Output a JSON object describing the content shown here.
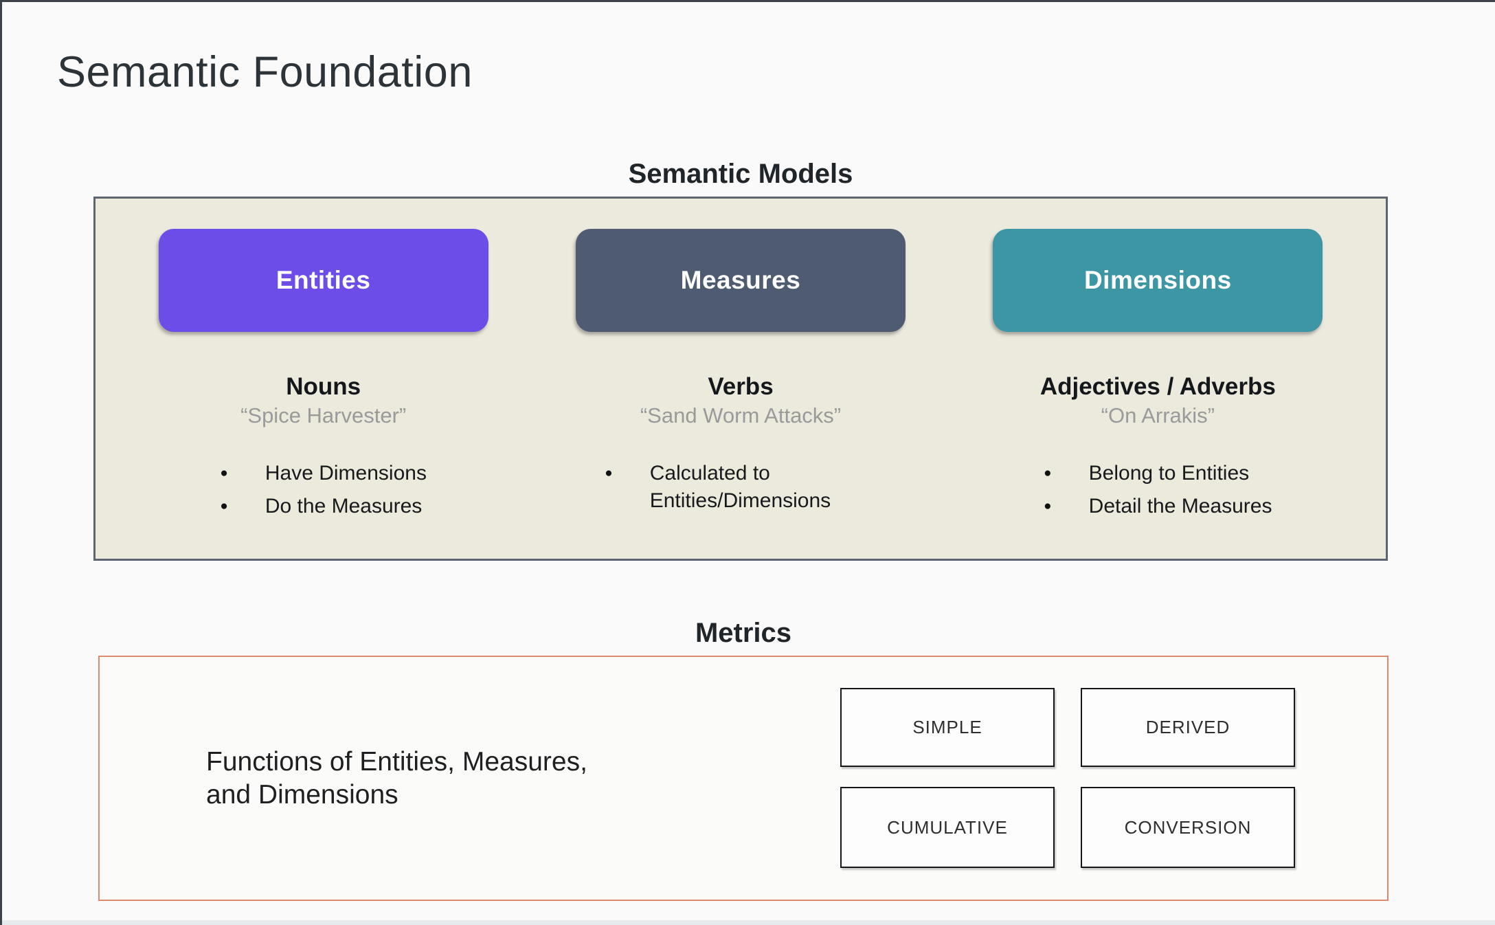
{
  "slide": {
    "title": "Semantic Foundation"
  },
  "semantic_models": {
    "heading": "Semantic Models",
    "panel_background": "#ece9dd",
    "panel_border_color": "#5d6670",
    "columns": [
      {
        "label": "Entities",
        "color": "#6c4de8",
        "part_of_speech": "Nouns",
        "example": "“Spice Harvester”",
        "bullets": [
          "Have Dimensions",
          "Do the Measures"
        ]
      },
      {
        "label": "Measures",
        "color": "#4e5b70",
        "part_of_speech": "Verbs",
        "example": "“Sand Worm Attacks”",
        "bullets": [
          "Calculated to Entities/Dimensions"
        ]
      },
      {
        "label": "Dimensions",
        "color": "#3c96a4",
        "part_of_speech": "Adjectives / Adverbs",
        "example": "“On Arrakis”",
        "bullets": [
          "Belong to Entities",
          "Detail the Measures"
        ]
      }
    ]
  },
  "metrics": {
    "heading": "Metrics",
    "border_color": "#dd8a6c",
    "description_line1": "Functions of Entities, Measures,",
    "description_line2": "and Dimensions",
    "types": [
      "SIMPLE",
      "DERIVED",
      "CUMULATIVE",
      "CONVERSION"
    ],
    "bullet_glyph": "●"
  }
}
